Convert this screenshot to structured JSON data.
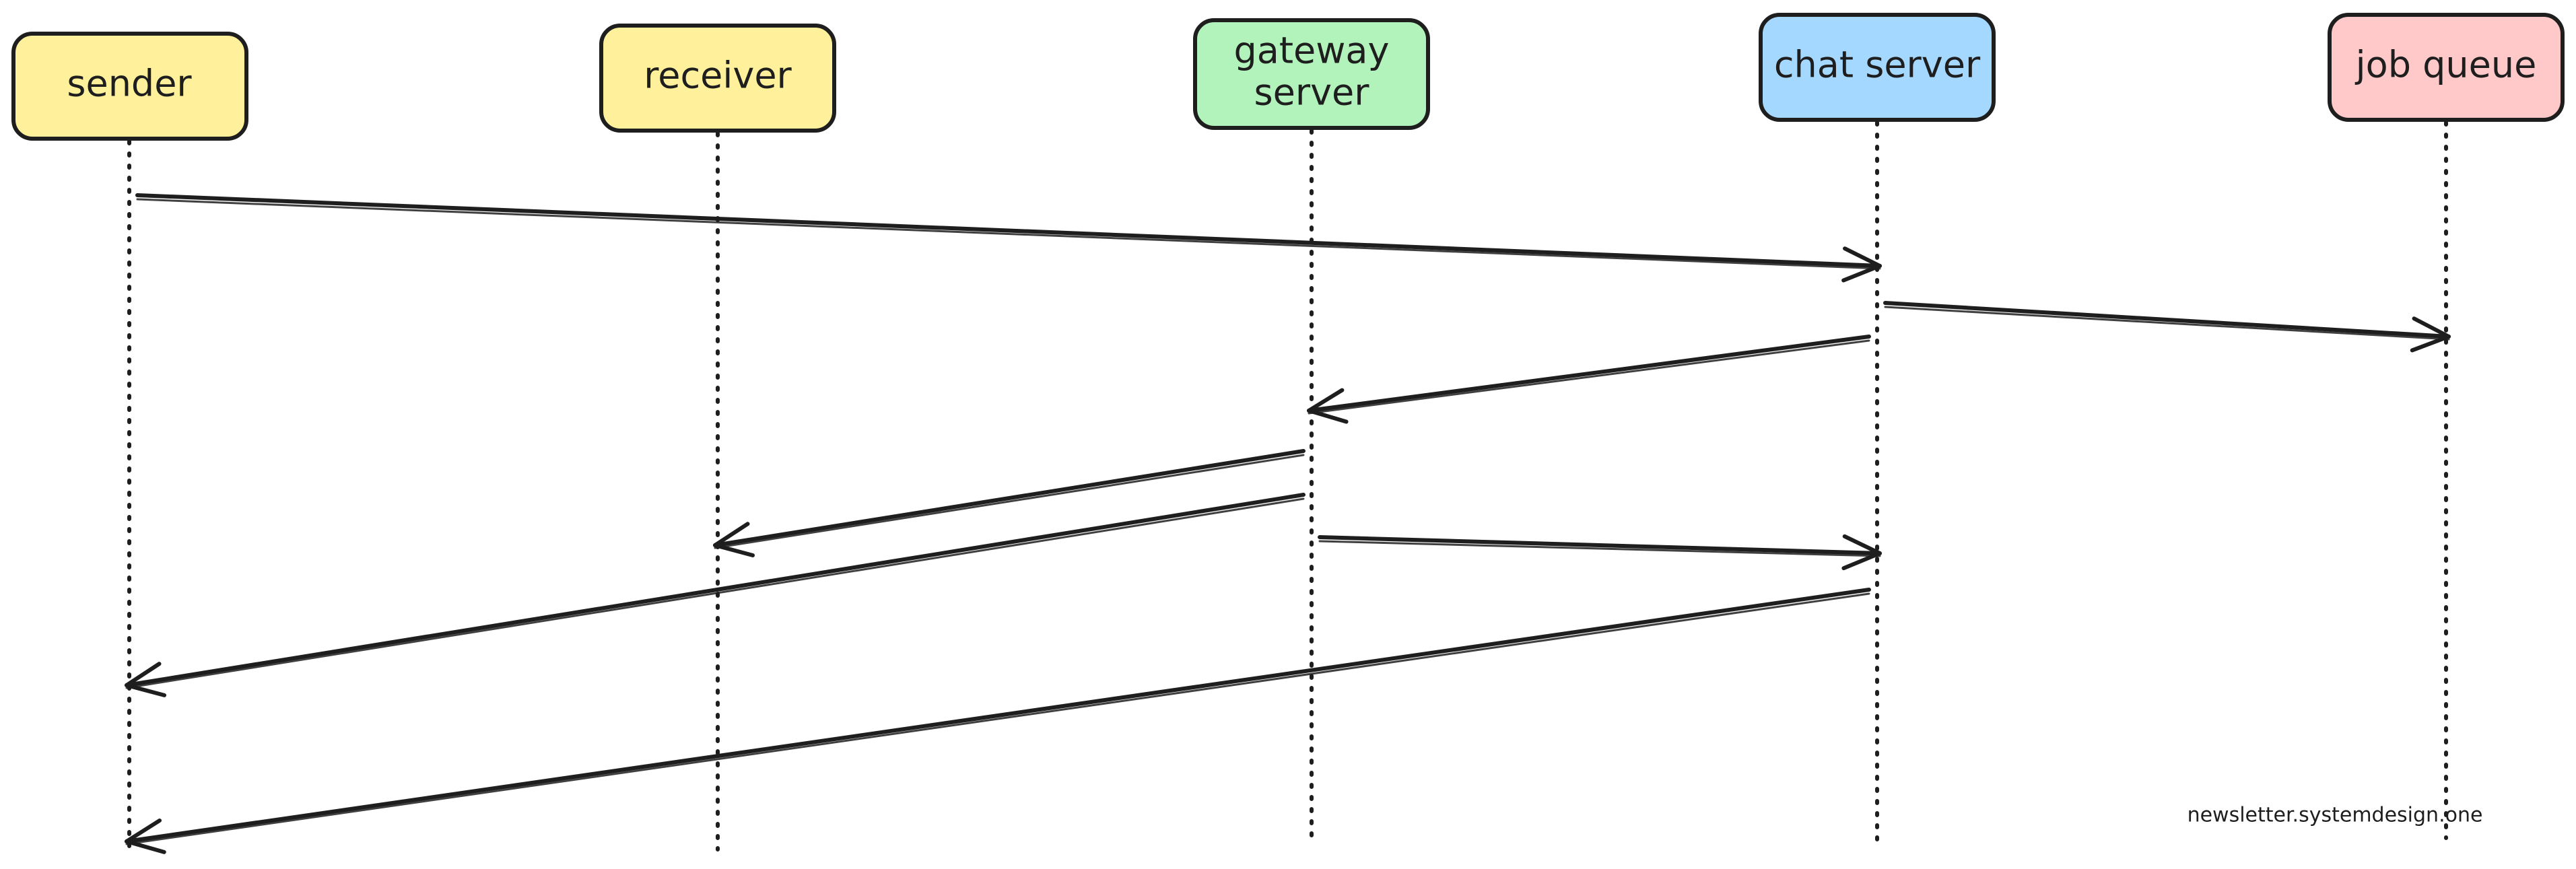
{
  "participants": [
    {
      "id": "sender",
      "lines": [
        "sender"
      ],
      "color": "#fff09c"
    },
    {
      "id": "receiver",
      "lines": [
        "receiver"
      ],
      "color": "#fff09c"
    },
    {
      "id": "gateway-server",
      "lines": [
        "gateway",
        "server"
      ],
      "color": "#b2f2bb"
    },
    {
      "id": "chat-server",
      "lines": [
        "chat server"
      ],
      "color": "#a5d8ff"
    },
    {
      "id": "job-queue",
      "lines": [
        "job queue"
      ],
      "color": "#ffc9c9"
    }
  ],
  "messages": [
    {
      "from": "sender",
      "to": "chat-server"
    },
    {
      "from": "chat-server",
      "to": "job-queue"
    },
    {
      "from": "chat-server",
      "to": "gateway-server"
    },
    {
      "from": "gateway-server",
      "to": "receiver"
    },
    {
      "from": "gateway-server",
      "to": "sender"
    },
    {
      "from": "gateway-server",
      "to": "chat-server"
    },
    {
      "from": "chat-server",
      "to": "sender"
    }
  ],
  "watermark": "newsletter.systemdesign.one"
}
